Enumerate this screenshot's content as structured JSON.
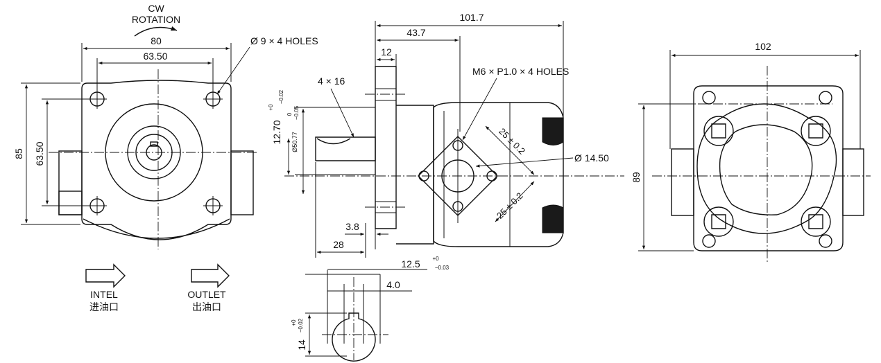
{
  "rotation": {
    "line1": "CW",
    "line2": "ROTATION"
  },
  "front_view": {
    "dim_width": "80",
    "dim_bolt_spacing": "63.50",
    "dim_height": "85",
    "dim_bolt_spacing_vertical": "63.50",
    "holes_note": "Ø 9 × 4 HOLES"
  },
  "side_view": {
    "dim_overall_length": "101.7",
    "dim_mount_to_port": "43.7",
    "dim_flange_thickness": "12",
    "key_note": "4 × 16",
    "dim_shaft_height": "12.70",
    "tol_shaft_height_upper": "+0",
    "tol_shaft_height_lower": "−0.02",
    "pilot_diameter": "Ø50.77",
    "tol_pilot_upper": "0",
    "tol_pilot_lower": "−0.05",
    "thread_note": "M6 × P1.0 × 4 HOLES",
    "dim_port_square_1": "25 ± 0.2",
    "dim_port_square_2": "25 ± 0.2",
    "port_diameter": "Ø 14.50",
    "dim_shoulder": "3.8",
    "dim_shaft_length": "28"
  },
  "shaft_section": {
    "dim_key_height": "12.5",
    "tol_key_height_upper": "+0",
    "tol_key_height_lower": "−0.03",
    "dim_key_width": "4.0",
    "dim_shaft_dia": "14",
    "tol_shaft_dia_upper": "+0",
    "tol_shaft_dia_lower": "−0.02"
  },
  "rear_view": {
    "dim_width": "102",
    "dim_height": "89"
  },
  "ports": {
    "inlet_label": "INTEL",
    "inlet_cn": "进油口",
    "outlet_label": "OUTLET",
    "outlet_cn": "出油口"
  }
}
